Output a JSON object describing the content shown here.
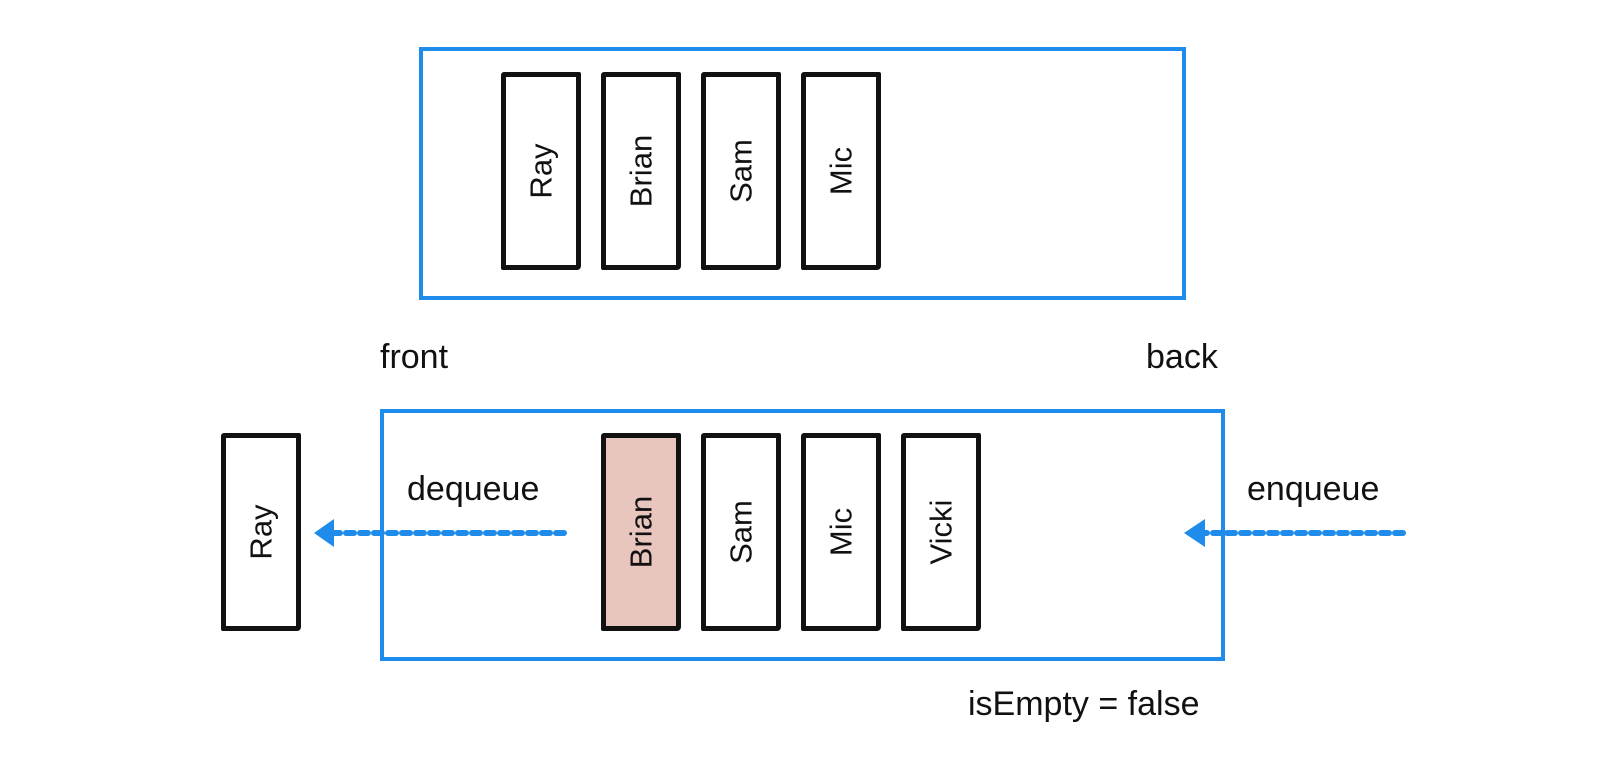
{
  "colors": {
    "accent": "#1f8ceb",
    "highlight": "#e9c6bd",
    "card_border": "#111111"
  },
  "top_queue": {
    "items": [
      "Ray",
      "Brian",
      "Sam",
      "Mic"
    ]
  },
  "labels": {
    "front": "front",
    "back": "back",
    "dequeue": "dequeue",
    "enqueue": "enqueue",
    "is_empty": "isEmpty = false"
  },
  "dequeued_item": "Ray",
  "bottom_queue": {
    "items": [
      "Brian",
      "Sam",
      "Mic",
      "Vicki"
    ],
    "highlighted_item": "Brian"
  },
  "icons": [
    "dequeue-arrow-icon",
    "enqueue-arrow-icon"
  ]
}
